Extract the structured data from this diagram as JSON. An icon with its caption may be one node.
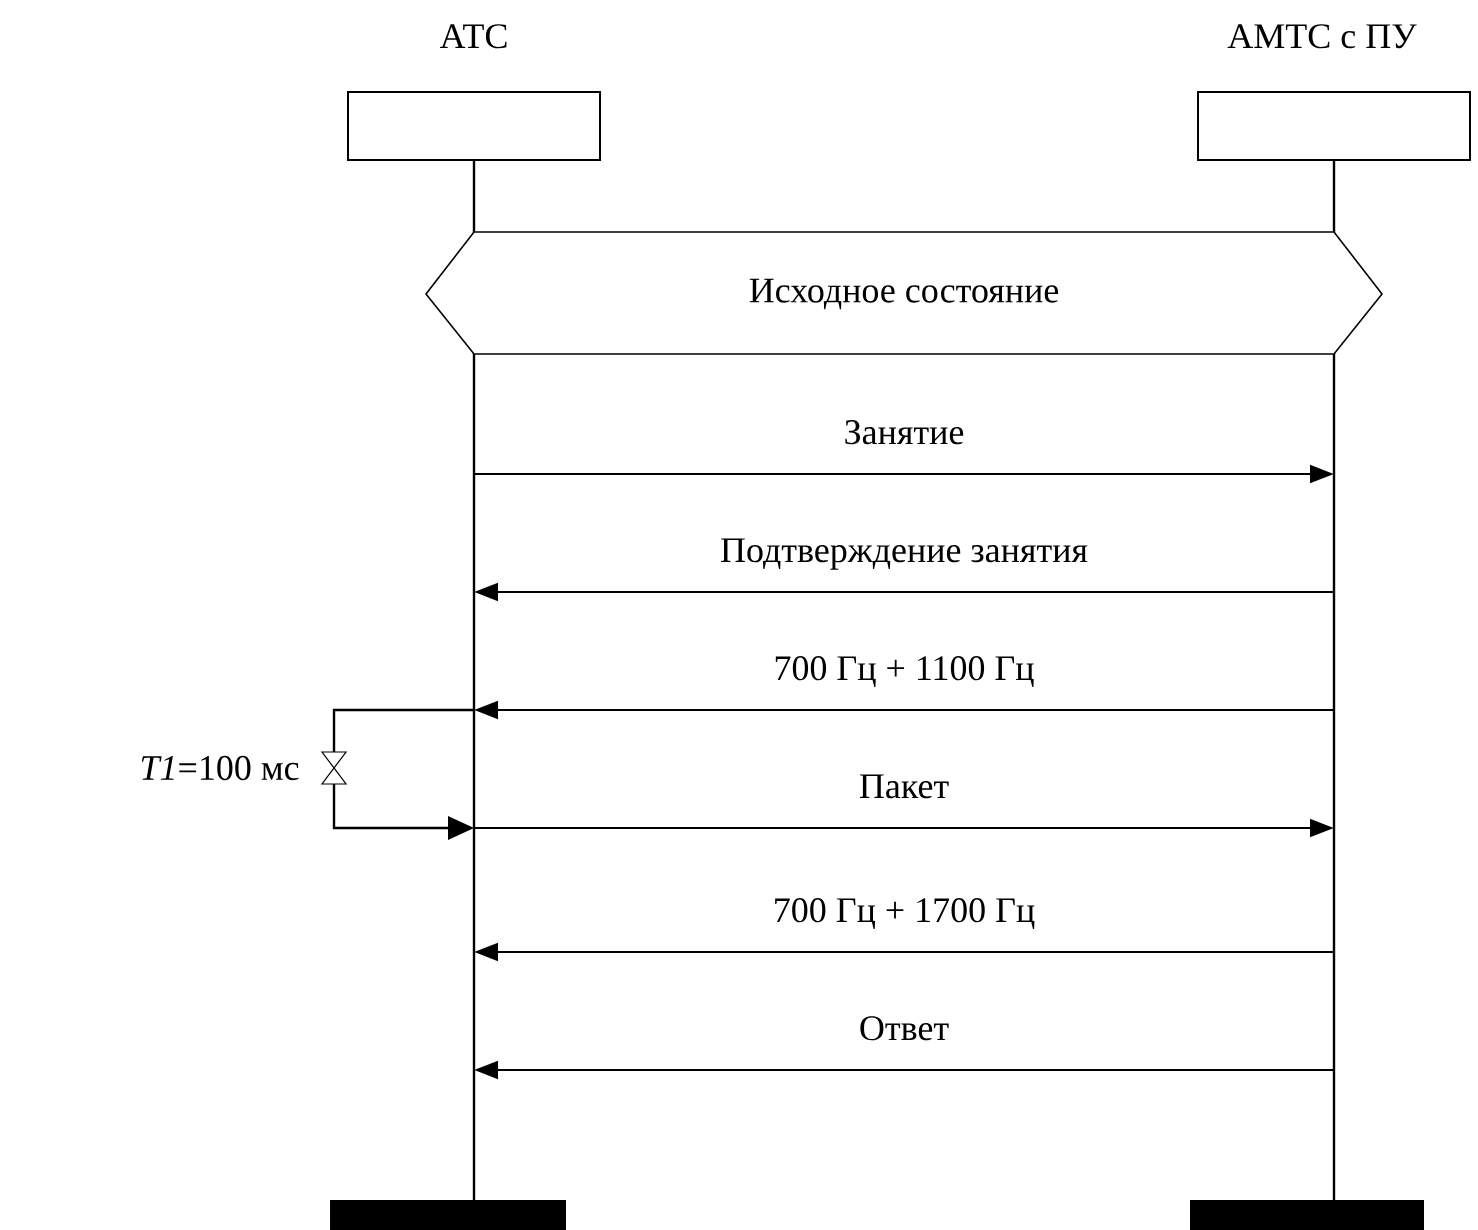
{
  "diagram": {
    "nodes": [
      {
        "text": [
          "АТС"
        ],
        "beside": [
          "*T1*=100 мс"
        ]
      },
      {
        "text": [
          "АМТС с ПУ"
        ]
      },
      {
        "text": [
          "Исходное состояние"
        ]
      }
    ],
    "edges": [
      {
        "from": 0,
        "to": 1,
        "arrow": "to",
        "label": "Занятие"
      },
      {
        "from": 1,
        "to": 0,
        "arrow": "to",
        "label": "Подтверждение занятия"
      },
      {
        "from": 1,
        "to": 0,
        "arrow": "to",
        "label": "700 Гц + 1100 Гц"
      },
      {
        "from": 0,
        "to": 1,
        "arrow": "to",
        "label": "Пакет"
      },
      {
        "from": 1,
        "to": 0,
        "arrow": "to",
        "label": "700 Гц + 1700 Гц"
      },
      {
        "from": 1,
        "to": 0,
        "arrow": "to",
        "label": "Ответ"
      }
    ]
  }
}
